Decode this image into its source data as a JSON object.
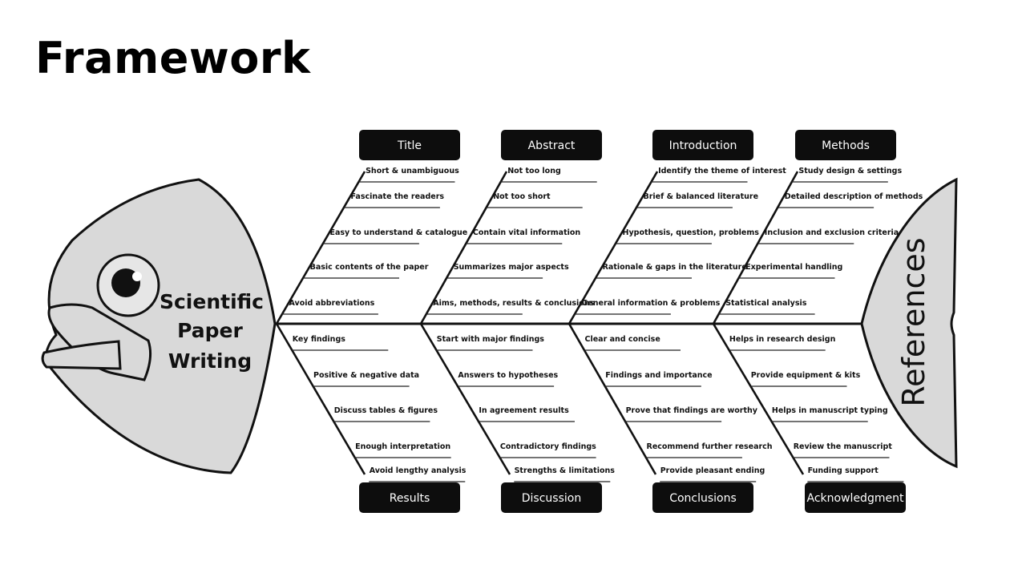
{
  "slide": {
    "title": "Framework"
  },
  "fish": {
    "head_lines": [
      "Scientific",
      "Paper",
      "Writing"
    ],
    "tail_label": "References"
  },
  "top_categories": [
    {
      "label": "Title",
      "items": [
        "Short & unambiguous",
        "Fascinate the readers",
        "Easy to understand & catalogue",
        "Basic contents of the paper",
        "Avoid abbreviations"
      ]
    },
    {
      "label": "Abstract",
      "items": [
        "Not too long",
        "Not too short",
        "Contain vital information",
        "Summarizes major aspects",
        "Aims, methods, results & conclusions"
      ]
    },
    {
      "label": "Introduction",
      "items": [
        "Identify the theme of interest",
        "Brief & balanced literature",
        "Hypothesis, question, problems",
        "Rationale & gaps in the literature",
        "General information & problems"
      ]
    },
    {
      "label": "Methods",
      "items": [
        "Study design & settings",
        "Detailed description of methods",
        "Inclusion and exclusion criteria",
        "Experimental handling",
        "Statistical analysis"
      ]
    }
  ],
  "bottom_categories": [
    {
      "label": "Results",
      "items": [
        "Key findings",
        "Positive & negative data",
        "Discuss tables & figures",
        "Enough interpretation",
        "Avoid lengthy analysis"
      ]
    },
    {
      "label": "Discussion",
      "items": [
        "Start with major findings",
        "Answers to hypotheses",
        "In agreement results",
        "Contradictory findings",
        "Strengths & limitations"
      ]
    },
    {
      "label": "Conclusions",
      "items": [
        "Clear and concise",
        "Findings and importance",
        "Prove that findings are worthy",
        "Recommend further research",
        "Provide pleasant ending"
      ]
    },
    {
      "label": "Acknowledgment",
      "items": [
        "Helps in research design",
        "Provide equipment & kits",
        "Helps in manuscript typing",
        "Review the manuscript",
        "Funding support"
      ]
    }
  ]
}
